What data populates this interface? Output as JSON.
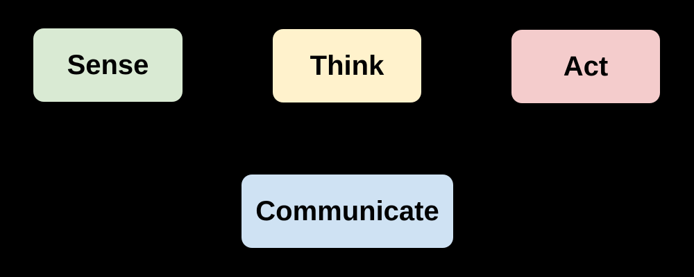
{
  "diagram": {
    "background": "#000000",
    "text_color": "#000000",
    "nodes": [
      {
        "id": "sense",
        "label": "Sense",
        "fill": "#d9ead3"
      },
      {
        "id": "think",
        "label": "Think",
        "fill": "#fff2cc"
      },
      {
        "id": "act",
        "label": "Act",
        "fill": "#f4cccc"
      },
      {
        "id": "communicate",
        "label": "Communicate",
        "fill": "#cfe2f3"
      }
    ]
  }
}
